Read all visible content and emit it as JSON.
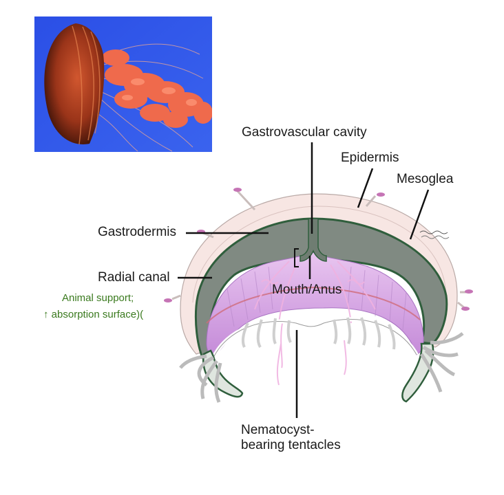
{
  "photo": {
    "subject": "jellyfish photograph",
    "background_color": "#2f56e8",
    "bell_color": "#a3341f",
    "tentacle_color": "#f06a4e"
  },
  "labels": {
    "gastrovascular_cavity": "Gastrovascular cavity",
    "epidermis": "Epidermis",
    "mesoglea": "Mesoglea",
    "gastrodermis": "Gastrodermis",
    "radial_canal": "Radial canal",
    "mouth_anus": "Mouth/Anus",
    "nematocyst_line1": "Nematocyst-",
    "nematocyst_line2": "bearing tentacles"
  },
  "annotation": {
    "line1": "Animal support;",
    "line2": "↑ absorption surface)("
  },
  "colors": {
    "epidermis": "#f6e4e2",
    "mesoglea_outline": "#c9b8b5",
    "gastrodermis": "#7e8a80",
    "gastrodermis_edge": "#2f5e3c",
    "cavity": "#dcb2e8",
    "tentacle": "#e6e6e6",
    "annotation": "#3a7a1e"
  }
}
